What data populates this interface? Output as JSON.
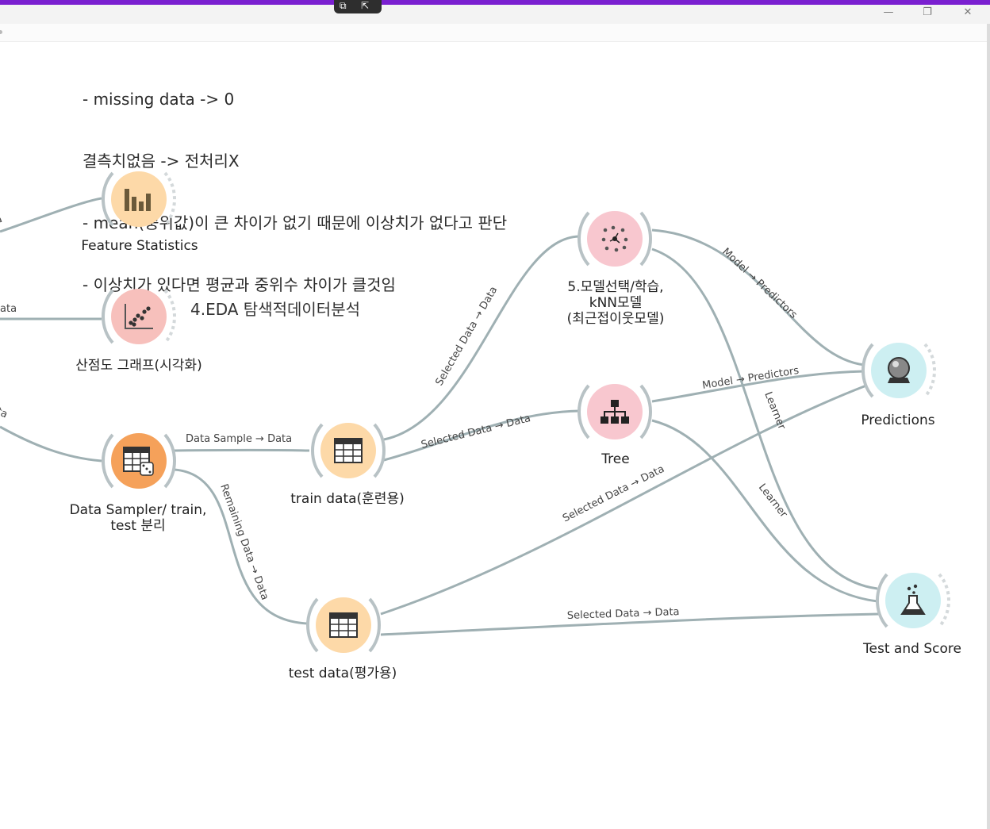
{
  "notes": [
    "- missing data -> 0",
    "결측치없음 -> 전처리X",
    "- mean(중위값)이 큰 차이가 없기 때문에 이상치가 없다고 판단",
    "- 이상치가 있다면 평균과 중위수 차이가 클것임"
  ],
  "annotation": "4.EDA 탐색적데이터분석",
  "widgets": {
    "feature_statistics": "Feature Statistics",
    "scatter_plot": "산점도 그래프(시각화)",
    "data_sampler": [
      "Data Sampler/ train,",
      "test 분리"
    ],
    "train_data": "train data(훈련용)",
    "test_data": "test data(평가용)",
    "knn": [
      "5.모델선택/학습,",
      "kNN모델",
      "(최근접이웃모델)"
    ],
    "tree": "Tree",
    "predictions": "Predictions",
    "test_and_score": "Test and Score"
  },
  "links": {
    "sampler_train": "Data Sample → Data",
    "sampler_test": "Remaining Data → Data",
    "train_knn": "Selected Data → Data",
    "train_tree": "Selected Data → Data",
    "test_predictions": "Selected Data → Data",
    "test_score": "Selected Data → Data",
    "knn_predictions": "Model → Predictors",
    "tree_predictions": "Model → Predictors",
    "knn_score": "Learner",
    "tree_score": "Learner",
    "partial_1": "a",
    "partial_2": "ata",
    "partial_3": "ata"
  },
  "colors": {
    "link": "#9fb0b3",
    "orange_light": "#fdd9a8",
    "orange_strong": "#f5a15a",
    "pink": "#f8c7cf",
    "red_light": "#f7c0bc",
    "cyan": "#cdeff2",
    "accent": "#7a1fd0"
  },
  "icons": {
    "feature_statistics": "bar-chart-icon",
    "scatter_plot": "scatter-icon",
    "data_sampler": "table-dice-icon",
    "train_data": "table-icon",
    "test_data": "table-icon",
    "knn": "knn-icon",
    "tree": "tree-icon",
    "predictions": "crystal-ball-icon",
    "test_and_score": "flask-icon"
  }
}
